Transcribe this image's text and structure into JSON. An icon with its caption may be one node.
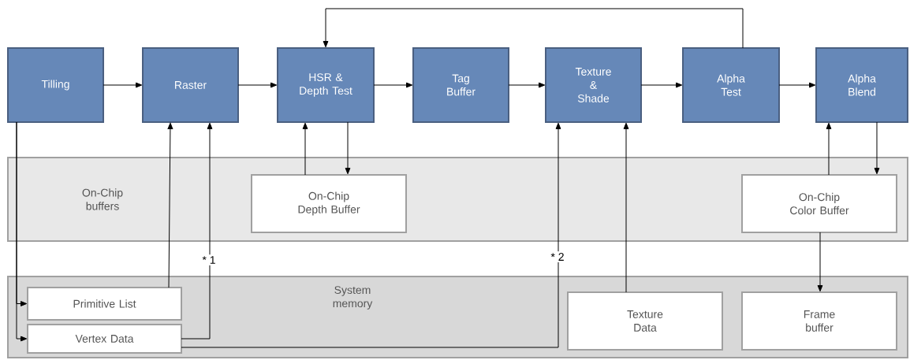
{
  "diagram": {
    "nodes": [
      {
        "text": [
          "Tilling"
        ]
      },
      {
        "text": [
          "Raster"
        ]
      },
      {
        "text": [
          "HSR & Depth Test"
        ]
      },
      {
        "text": [
          "Tag Buffer"
        ]
      },
      {
        "text": [
          "Texture & Shade"
        ]
      },
      {
        "text": [
          "Alpha Test"
        ]
      },
      {
        "text": [
          "Alpha Blend"
        ]
      },
      {
        "text": [
          "On-Chip buffers"
        ]
      },
      {
        "text": [
          "On-Chip Depth Buffer"
        ],
        "in": 7
      },
      {
        "text": [
          "On-Chip Color Buffer"
        ],
        "in": 7
      },
      {
        "text": [
          "System memory"
        ]
      },
      {
        "text": [
          "Primitive List"
        ],
        "in": 10
      },
      {
        "text": [
          "Vertex Data"
        ],
        "in": 10
      },
      {
        "text": [
          "Texture Data"
        ],
        "in": 10
      },
      {
        "text": [
          "Frame buffer"
        ],
        "in": 10
      }
    ],
    "edges": [
      {
        "from": 0,
        "to": 1,
        "arrow": "to"
      },
      {
        "from": 1,
        "to": 2,
        "arrow": "to"
      },
      {
        "from": 2,
        "to": 3,
        "arrow": "to"
      },
      {
        "from": 3,
        "to": 4,
        "arrow": "to"
      },
      {
        "from": 4,
        "to": 5,
        "arrow": "to"
      },
      {
        "from": 5,
        "to": 6,
        "arrow": "to"
      },
      {
        "from": 5,
        "to": 2,
        "arrow": "to"
      },
      {
        "from": 0,
        "to": 11,
        "arrow": "to"
      },
      {
        "from": 0,
        "to": 12,
        "arrow": "to"
      },
      {
        "from": 11,
        "to": 1,
        "arrow": "to"
      },
      {
        "from": 12,
        "to": 1,
        "arrow": "to",
        "label": "* 1"
      },
      {
        "from": 12,
        "to": 4,
        "arrow": "to",
        "label": "* 2"
      },
      {
        "from": 8,
        "to": 2,
        "arrow": "to"
      },
      {
        "from": 2,
        "to": 8,
        "arrow": "to"
      },
      {
        "from": 13,
        "to": 4,
        "arrow": "to"
      },
      {
        "from": 9,
        "to": 6,
        "arrow": "to"
      },
      {
        "from": 6,
        "to": 9,
        "arrow": "to"
      },
      {
        "from": 9,
        "to": 14,
        "arrow": "to"
      }
    ]
  }
}
